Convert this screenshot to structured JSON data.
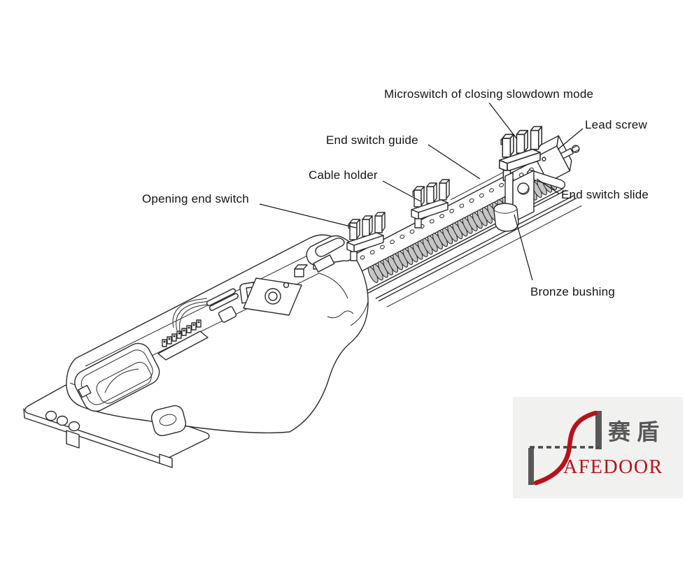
{
  "diagram": {
    "labels": {
      "microswitch": "Microswitch of closing slowdown mode",
      "end_switch_guide": "End switch guide",
      "lead_screw": "Lead screw",
      "cable_holder": "Cable holder",
      "opening_end_switch": "Opening end switch",
      "end_switch_slide": "End switch slide",
      "bronze_bushing": "Bronze bushing"
    }
  },
  "logo": {
    "cjk_text": "赛盾",
    "latin_text": "AFEDOOR"
  },
  "colors": {
    "line": "#2b2b2b",
    "label_text": "#141414",
    "coil_fill": "#c5c5c5",
    "switch_cap": "#b0b0b0",
    "logo_red": "#b5121a",
    "logo_gray": "#595757",
    "logo_bg": "#f1f1f0",
    "background": "#ffffff"
  }
}
